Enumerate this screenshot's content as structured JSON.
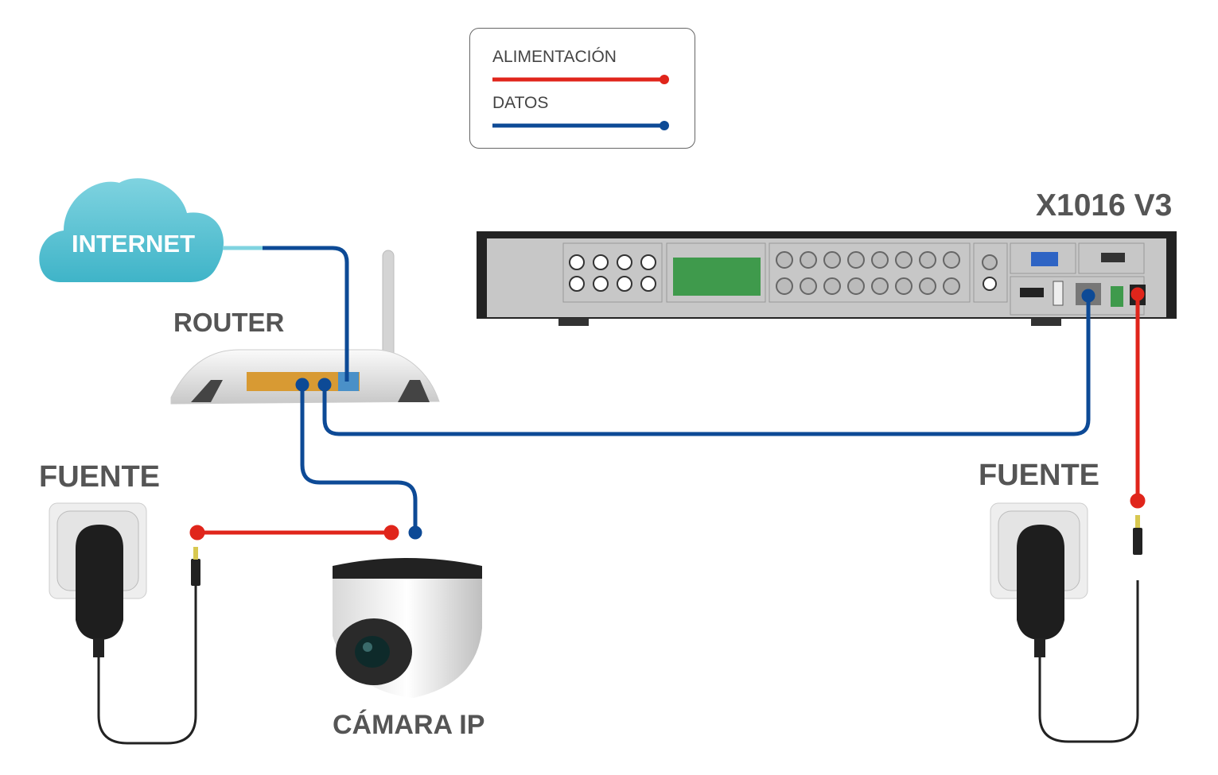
{
  "legend": {
    "power_label": "ALIMENTACIÓN",
    "data_label": "DATOS",
    "power_color": "#e0251b",
    "data_color": "#0d4a96"
  },
  "nodes": {
    "internet": "INTERNET",
    "router": "ROUTER",
    "dvr": "X1016 V3",
    "power_left": "FUENTE",
    "power_right": "FUENTE",
    "camera": "CÁMARA IP"
  },
  "icons": [
    "cloud-icon",
    "router-icon",
    "dvr-icon",
    "wall-outlet-icon",
    "power-adapter-icon",
    "dome-camera-icon"
  ]
}
